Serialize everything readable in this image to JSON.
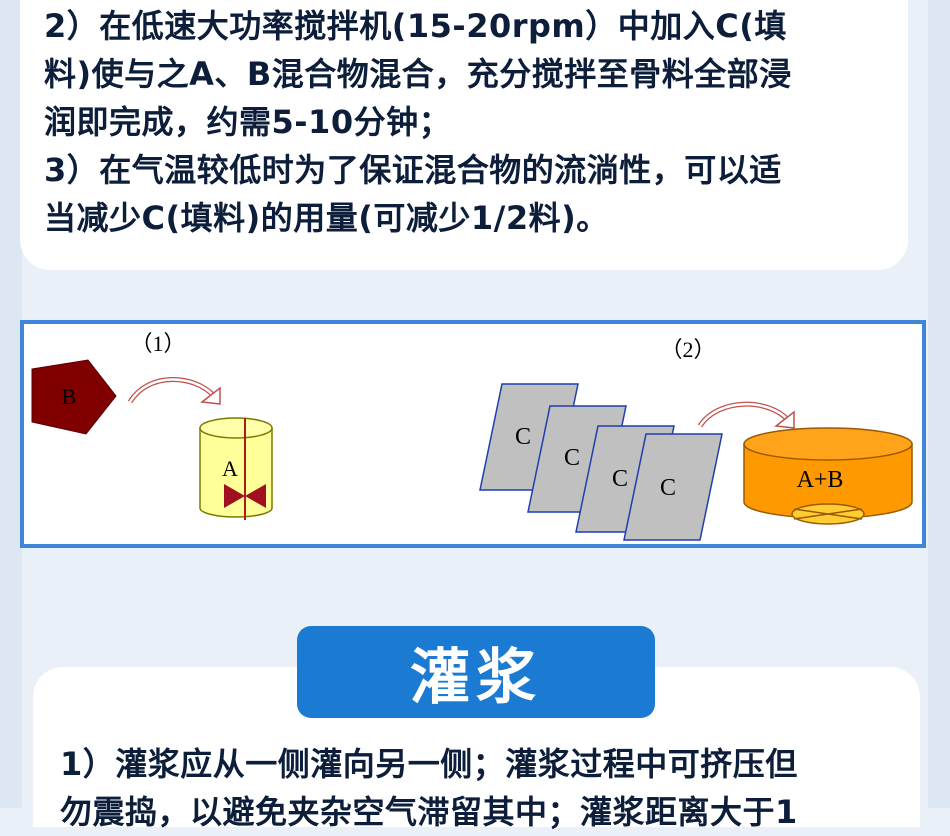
{
  "intro": {
    "step2_lines": [
      "2）在低速大功率搅拌机(15-20rpm）中加入C(填",
      "料)使与之A、B混合物混合，充分搅拌至骨料全部浸",
      "润即完成，约需5-10分钟；"
    ],
    "step3_lines": [
      "3）在气温较低时为了保证混合物的流淌性，可以适",
      "当减少C(填料)的用量(可减少1/2料)。"
    ]
  },
  "diagram": {
    "label_step1": "（1）",
    "label_step2": "（2）",
    "pentagon_label": "B",
    "bucket_label": "A",
    "sheet_labels": [
      "C",
      "C",
      "C",
      "C"
    ],
    "tub_label": "A+B",
    "colors": {
      "pentagon": "#800000",
      "bucket": "#ffff99",
      "valve": "#a0101f",
      "sheets": "#c0c0c0",
      "tub": "#ff9900",
      "arrow": "#c0504d"
    }
  },
  "section": {
    "title": "灌浆",
    "item1_lines": [
      "1）灌浆应从一侧灌向另一侧；灌浆过程中可挤压但",
      "勿震捣，以避免夹杂空气滞留其中；灌浆距离大于1"
    ]
  }
}
